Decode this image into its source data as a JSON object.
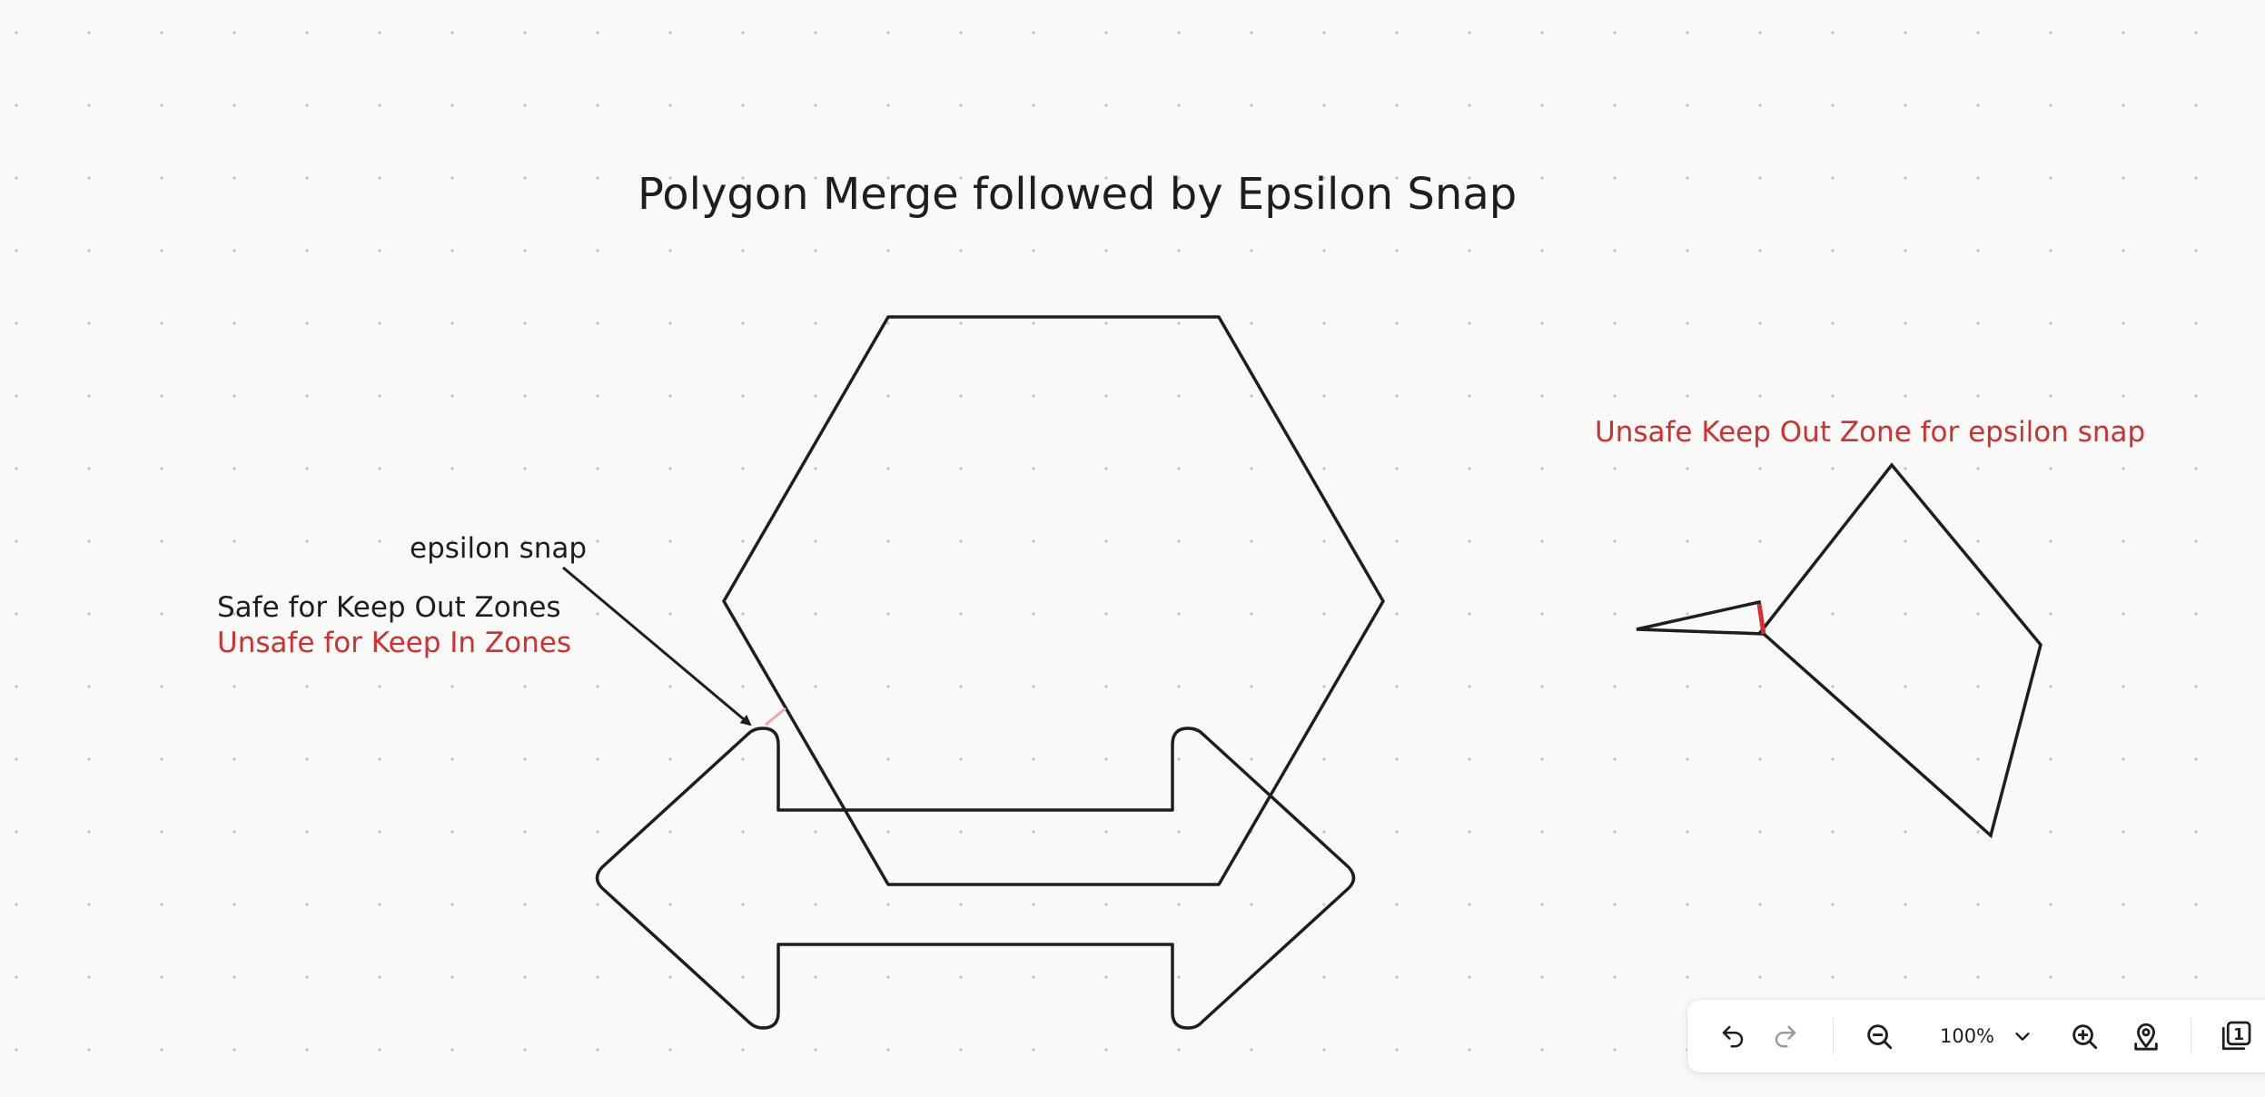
{
  "diagram": {
    "title": "Polygon Merge followed by Epsilon Snap",
    "epsilon_label": "epsilon snap",
    "safe_label": "Safe for Keep Out Zones",
    "unsafe_in_label": "Unsafe for Keep In Zones",
    "unsafe_out_label": "Unsafe Keep Out Zone for epsilon snap"
  },
  "colors": {
    "background": "#f9f9f7",
    "ink": "#1e1e1e",
    "accent_red": "#d23030",
    "snap_pink": "#f2a5a5"
  },
  "toolbar": {
    "undo_icon": "undo-icon",
    "redo_icon": "redo-icon",
    "zoom_out_icon": "zoom-out-icon",
    "zoom_level": "100%",
    "zoom_menu_icon": "chevron-down-icon",
    "zoom_in_icon": "zoom-in-icon",
    "locate_icon": "map-pin-icon",
    "pages_icon": "pages-icon",
    "page_count": "1"
  }
}
